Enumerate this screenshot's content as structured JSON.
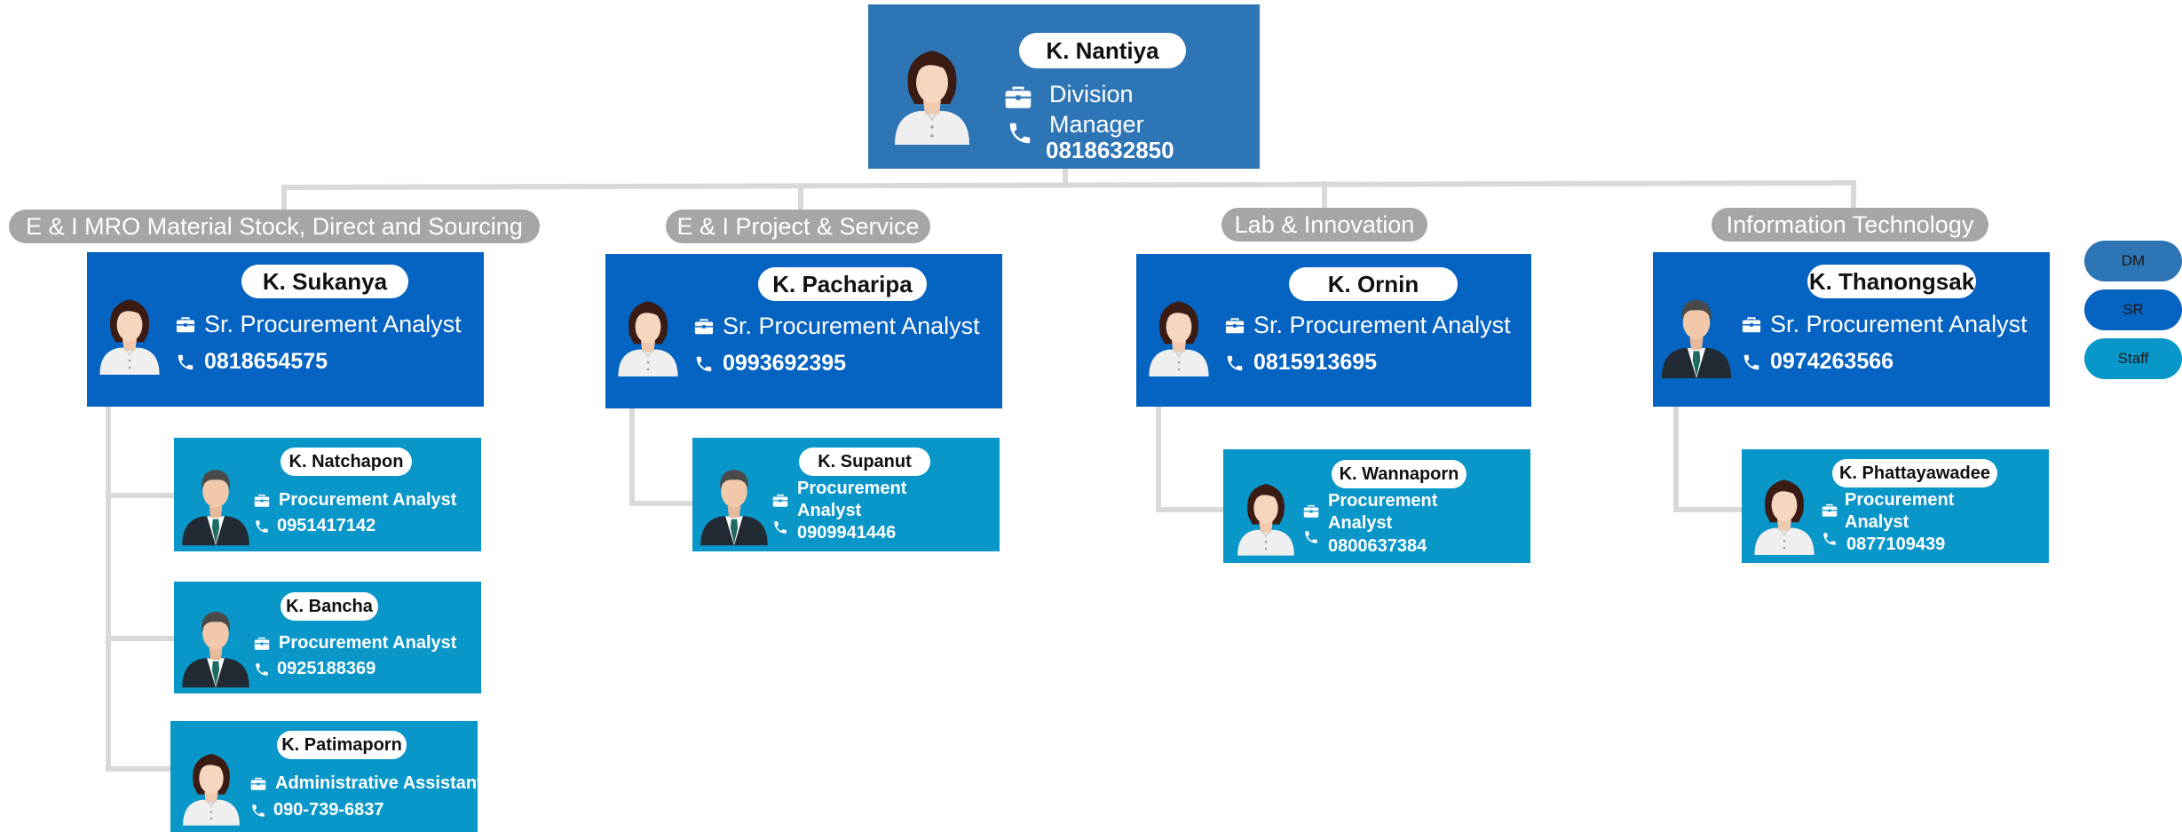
{
  "colors": {
    "dm": "#2e75b6",
    "sr": "#0563c1",
    "staff": "#0996c9",
    "connector": "#d9d9d9",
    "dept_label": "#a6a6a6"
  },
  "icons": {
    "role": "briefcase-icon",
    "phone": "phone-icon",
    "avatar_female": "female-avatar-icon",
    "avatar_male": "male-avatar-icon"
  },
  "manager": {
    "name": "K. Nantiya",
    "title_line1": "Division",
    "title_line2": "Manager",
    "phone": "0818632850"
  },
  "departments": [
    {
      "label": "E & I MRO Material Stock, Direct and Sourcing",
      "lead": {
        "name": "K. Sukanya",
        "title": "Sr. Procurement Analyst",
        "phone": "0818654575"
      },
      "staff": [
        {
          "name": "K. Natchapon",
          "title": "Procurement Analyst",
          "phone": "0951417142"
        },
        {
          "name": "K. Bancha",
          "title": "Procurement Analyst",
          "phone": "0925188369"
        },
        {
          "name": "K. Patimaporn",
          "title": "Administrative Assistant",
          "phone": "090-739-6837"
        }
      ]
    },
    {
      "label": "E & I Project & Service",
      "lead": {
        "name": "K. Pacharipa",
        "title": "Sr. Procurement Analyst",
        "phone": "0993692395"
      },
      "staff": [
        {
          "name": "K. Supanut",
          "title_line1": "Procurement",
          "title_line2": "Analyst",
          "phone": "0909941446"
        }
      ]
    },
    {
      "label": "Lab & Innovation",
      "lead": {
        "name": "K. Ornin",
        "title": "Sr. Procurement Analyst",
        "phone": "0815913695"
      },
      "staff": [
        {
          "name": "K. Wannaporn",
          "title_line1": "Procurement",
          "title_line2": "Analyst",
          "phone": "0800637384"
        }
      ]
    },
    {
      "label": "Information Technology",
      "lead": {
        "name": "K. Thanongsak",
        "title": "Sr. Procurement Analyst",
        "phone": "0974263566"
      },
      "staff": [
        {
          "name": "K. Phattayawadee",
          "title_line1": "Procurement",
          "title_line2": "Analyst",
          "phone": "0877109439"
        }
      ]
    }
  ],
  "legend": [
    {
      "label": "DM"
    },
    {
      "label": "SR"
    },
    {
      "label": "Staff"
    }
  ]
}
